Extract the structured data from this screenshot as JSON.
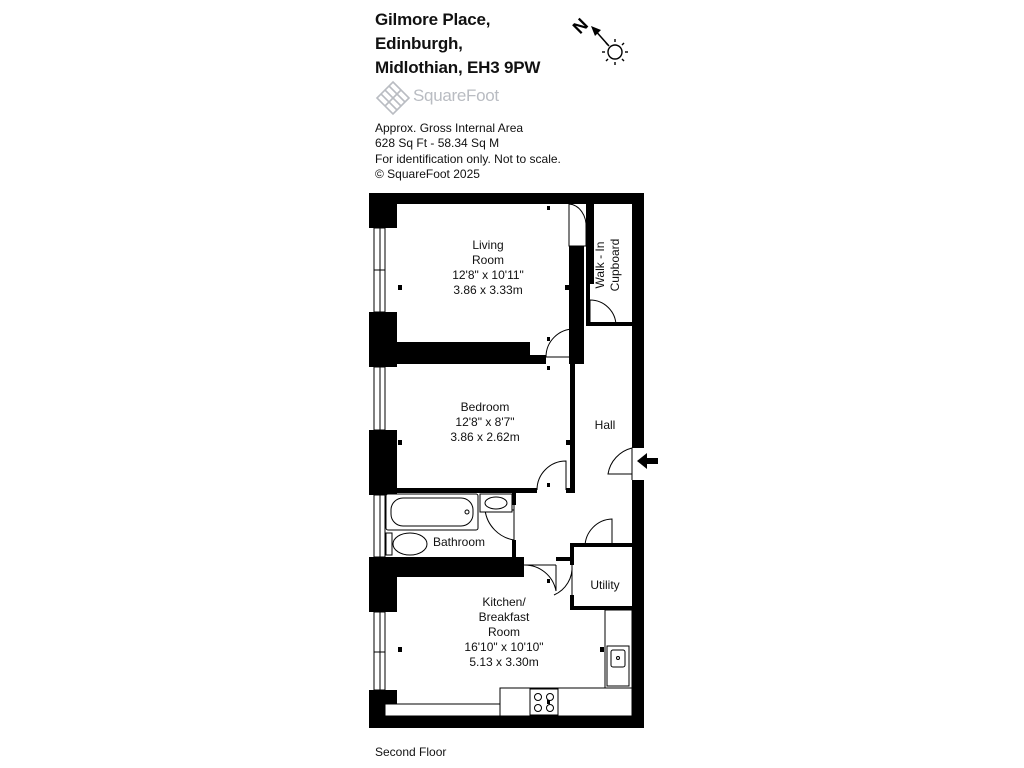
{
  "address": {
    "line1": "Gilmore Place,",
    "line2": "Edinburgh,",
    "line3": "Midlothian, EH3 9PW"
  },
  "brand": {
    "name": "SquareFoot",
    "icon": "squarefoot-logo-icon",
    "color": "#b9bcc2"
  },
  "info": {
    "line1": "Approx. Gross Internal Area",
    "line2": "628 Sq Ft  -  58.34 Sq M",
    "line3": "For identification only. Not to scale.",
    "line4": "© SquareFoot 2025"
  },
  "compass": {
    "letter": "N",
    "icon": "compass-sun-icon"
  },
  "rooms": {
    "living": {
      "name1": "Living",
      "name2": "Room",
      "imperial": "12'8\" x 10'11\"",
      "metric": "3.86 x 3.33m"
    },
    "bedroom": {
      "name": "Bedroom",
      "imperial": "12'8\" x 8'7\"",
      "metric": "3.86 x 2.62m"
    },
    "hall": {
      "name": "Hall"
    },
    "bathroom": {
      "name": "Bathroom"
    },
    "utility": {
      "name": "Utility"
    },
    "kitchen": {
      "name1": "Kitchen/",
      "name2": "Breakfast",
      "name3": "Room",
      "imperial": "16'10\" x 10'10\"",
      "metric": "5.13 x 3.30m"
    },
    "cupboard": {
      "name1": "Walk - In",
      "name2": "Cupboard"
    }
  },
  "floor": "Second Floor",
  "colors": {
    "wall": "#000000",
    "background": "#ffffff"
  }
}
